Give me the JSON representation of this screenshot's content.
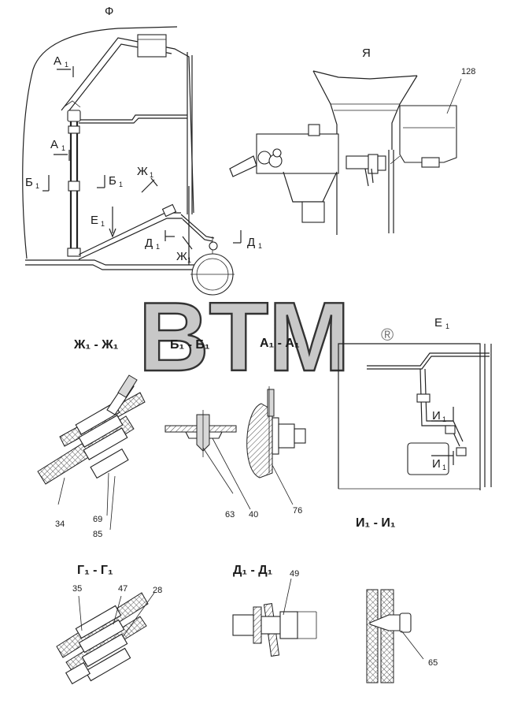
{
  "views": {
    "f": "Ф",
    "ya": "Я",
    "e1": "Е",
    "e1_sub": "1"
  },
  "markers": [
    {
      "id": "a1-top",
      "text": "А",
      "sub": "1"
    },
    {
      "id": "a1-mid",
      "text": "А",
      "sub": "1"
    },
    {
      "id": "b1-left",
      "text": "Б",
      "sub": "1"
    },
    {
      "id": "b1-right",
      "text": "Б",
      "sub": "1"
    },
    {
      "id": "zh1-top",
      "text": "Ж",
      "sub": "1"
    },
    {
      "id": "e1-arrow",
      "text": "Е",
      "sub": "1"
    },
    {
      "id": "d1-left",
      "text": "Д",
      "sub": "1"
    },
    {
      "id": "d1-right",
      "text": "Д",
      "sub": "1"
    },
    {
      "id": "zh1-bottom",
      "text": "Ж",
      "sub": "1"
    },
    {
      "id": "i1-top",
      "text": "И",
      "sub": "1"
    },
    {
      "id": "i1-bottom",
      "text": "И",
      "sub": "1"
    }
  ],
  "sections": {
    "zh1": "Ж₁ - Ж₁",
    "b1": "Б₁ - Б₁",
    "a1": "А₁ - А₁",
    "i1": "И₁ - И₁",
    "g1": "Г₁ - Г₁",
    "d1": "Д₁ - Д₁"
  },
  "callouts": {
    "n128": "128",
    "n34": "34",
    "n69": "69",
    "n85": "85",
    "n63": "63",
    "n40": "40",
    "n76": "76",
    "n35": "35",
    "n47": "47",
    "n28": "28",
    "n49": "49",
    "n65": "65"
  },
  "watermark": {
    "text": "BTM",
    "registered": "®"
  }
}
